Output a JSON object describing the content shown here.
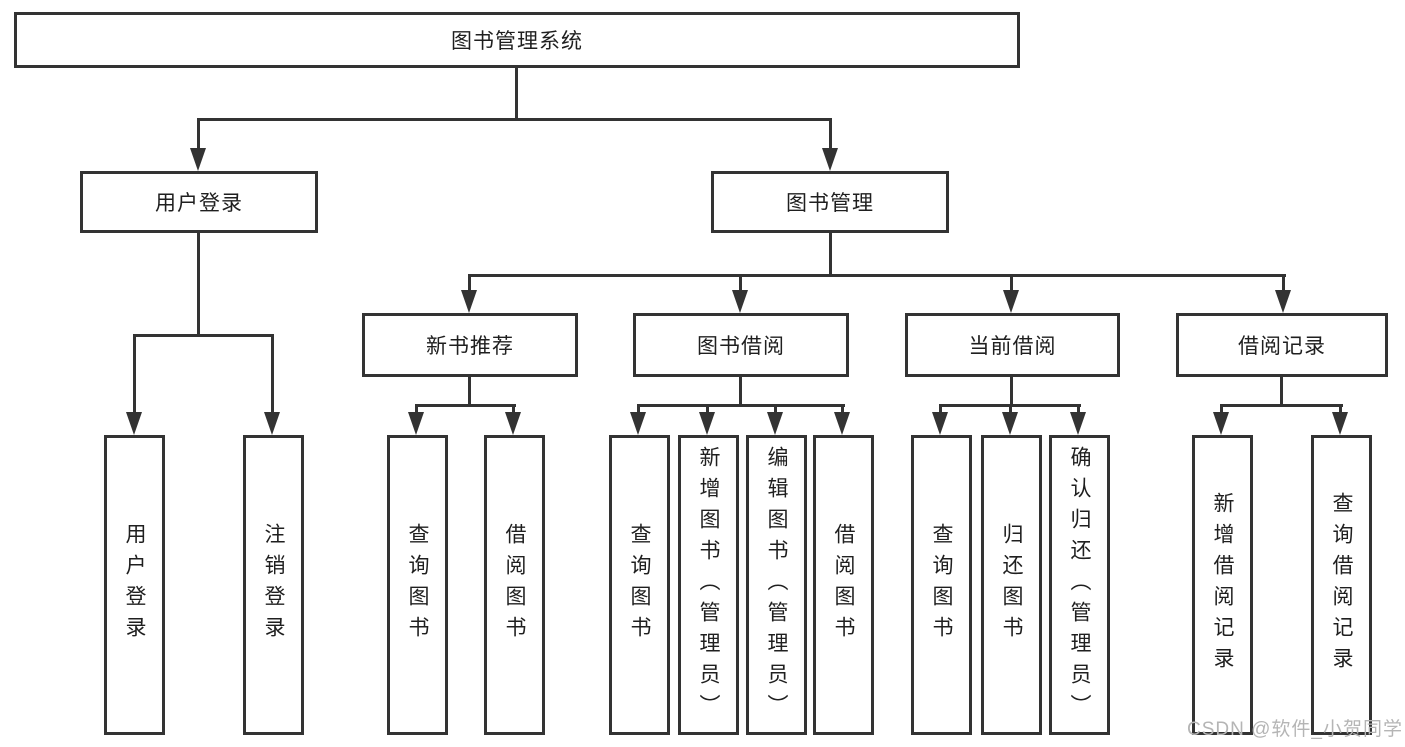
{
  "tree": {
    "root": "图书管理系统",
    "user_login": {
      "label": "用户登录",
      "children": {
        "login": "用户登录",
        "logout": "注销登录"
      }
    },
    "book_mgmt": {
      "label": "图书管理",
      "new_book": {
        "label": "新书推荐",
        "children": {
          "query": "查询图书",
          "borrow": "借阅图书"
        }
      },
      "borrow": {
        "label": "图书借阅",
        "children": {
          "query": "查询图书",
          "add": "新增图书（管理员）",
          "edit": "编辑图书（管理员）",
          "borrow": "借阅图书"
        }
      },
      "current": {
        "label": "当前借阅",
        "children": {
          "query": "查询图书",
          "return": "归还图书",
          "confirm": "确认归还（管理员）"
        }
      },
      "records": {
        "label": "借阅记录",
        "children": {
          "add": "新增借阅记录",
          "query": "查询借阅记录"
        }
      }
    }
  },
  "watermark": "CSDN @软件_小贺同学",
  "colors": {
    "line": "#333333",
    "text": "#1f1f1f",
    "watermark": "#b5b5b5",
    "background": "#ffffff"
  }
}
